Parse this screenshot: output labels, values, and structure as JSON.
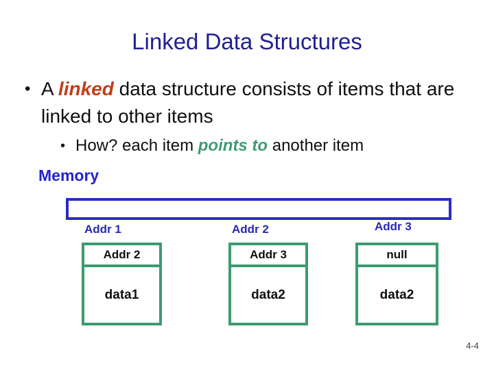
{
  "slide": {
    "title": "Linked Data Structures",
    "bullet1": {
      "pre": "A ",
      "emphasis": "linked",
      "post": " data structure consists of items that are linked to other items"
    },
    "bullet2": {
      "pre": "How? each item ",
      "emphasis": "points to",
      "post": " another item"
    },
    "bullet_glyph": "•",
    "memory_label": "Memory",
    "page_number": "4-4"
  },
  "diagram": {
    "address_labels": [
      "Addr 1",
      "Addr 2",
      "Addr 3"
    ],
    "nodes": [
      {
        "pointer": "Addr 2",
        "data": "data1"
      },
      {
        "pointer": "Addr 3",
        "data": "data2"
      },
      {
        "pointer": "null",
        "data": "data2"
      }
    ]
  },
  "colors": {
    "title_navy": "#1f1f93",
    "emphasis_red": "#bf3f1c",
    "emphasis_green": "#3f9c75",
    "memory_label_blue": "#2424ce",
    "memory_box_border_blue": "#2c2cc4",
    "addr_label_blue": "#2828b4",
    "node_border_green": "#3d9b70",
    "body_text": "#0f0f0f",
    "background": "#ffffff"
  }
}
